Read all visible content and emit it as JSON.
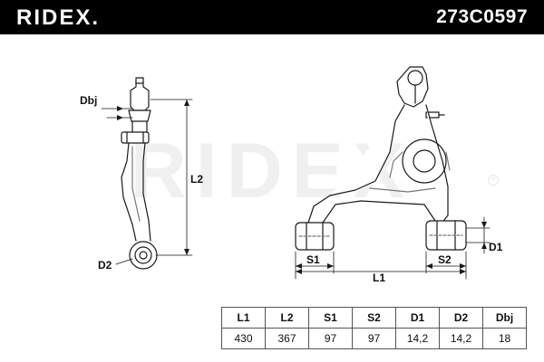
{
  "header": {
    "brand": "RIDEX.",
    "part_number": "273C0597"
  },
  "watermark": "RIDEX",
  "drawing_labels": {
    "dbj": "Dbj",
    "l2": "L2",
    "d2": "D2",
    "s1": "S1",
    "s2": "S2",
    "l1": "L1",
    "d1": "D1"
  },
  "spec_table": {
    "headers": [
      "L1",
      "L2",
      "S1",
      "S2",
      "D1",
      "D2",
      "Dbj"
    ],
    "values": [
      "430",
      "367",
      "97",
      "97",
      "14,2",
      "14,2",
      "18"
    ]
  }
}
